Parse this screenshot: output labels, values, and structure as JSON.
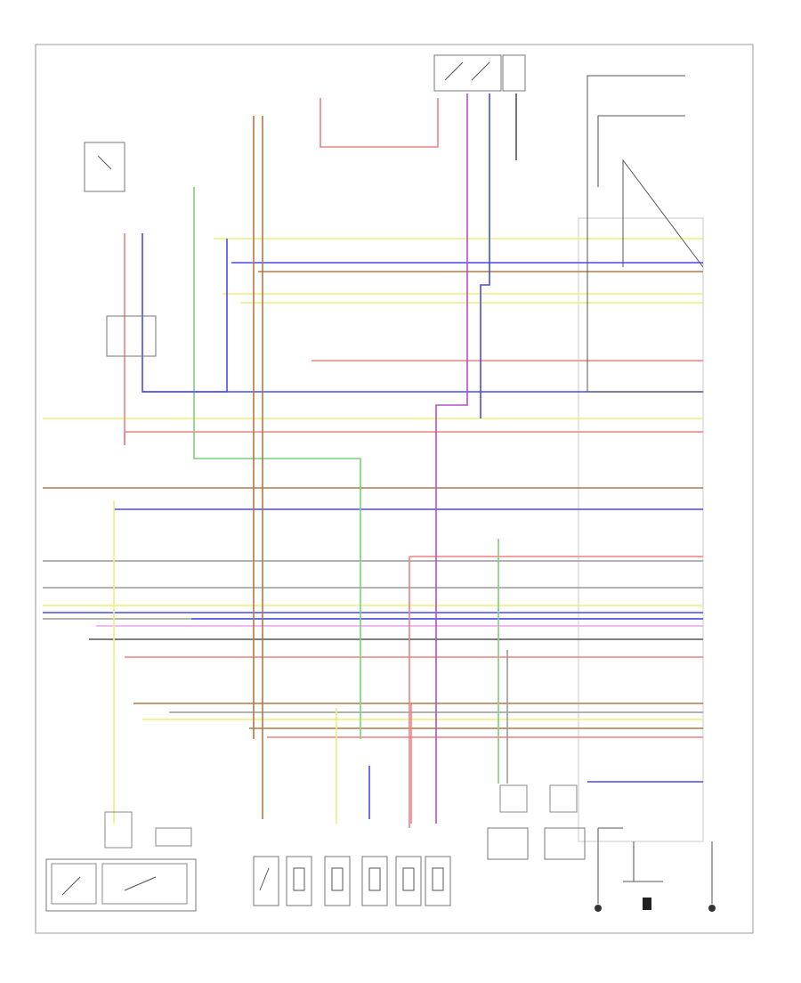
{
  "diagram": {
    "footer_tag": "",
    "colors": {
      "red": "#f08080",
      "blue": "#4a4af0",
      "yellow": "#eded7a",
      "green": "#7ad07a",
      "brown": "#b07a4a",
      "violet": "#b050c8",
      "gray": "#9a9a9a",
      "black": "#555555",
      "pink": "#f0a0f0",
      "frame": "#9a9a9a"
    },
    "wires": [
      {
        "color": "yellow"
      },
      {
        "color": "blue"
      },
      {
        "color": "brown"
      },
      {
        "color": "yellow"
      },
      {
        "color": "yellow"
      },
      {
        "color": "red"
      },
      {
        "color": "red"
      },
      {
        "color": "blue"
      },
      {
        "color": "yellow"
      },
      {
        "color": "brown"
      },
      {
        "color": "blue"
      },
      {
        "color": "gray"
      },
      {
        "color": "red"
      },
      {
        "color": "gray"
      },
      {
        "color": "yellow"
      },
      {
        "color": "blue"
      },
      {
        "color": "gray"
      },
      {
        "color": "blue"
      },
      {
        "color": "pink"
      },
      {
        "color": "black"
      },
      {
        "color": "red"
      },
      {
        "color": "brown"
      },
      {
        "color": "gray"
      },
      {
        "color": "yellow"
      },
      {
        "color": "brown"
      },
      {
        "color": "red"
      },
      {
        "color": "blue"
      }
    ],
    "vertical_wires": [
      {
        "color": "green"
      },
      {
        "color": "red"
      },
      {
        "color": "blue"
      },
      {
        "color": "brown"
      },
      {
        "color": "brown"
      },
      {
        "color": "red"
      },
      {
        "color": "violet"
      },
      {
        "color": "blue"
      },
      {
        "color": "black"
      },
      {
        "color": "yellow"
      },
      {
        "color": "green"
      },
      {
        "color": "red"
      },
      {
        "color": "blue"
      },
      {
        "color": "yellow"
      },
      {
        "color": "red"
      },
      {
        "color": "gray"
      }
    ],
    "components": [
      {
        "name": "top-left-relay-box"
      },
      {
        "name": "main-relay-box"
      },
      {
        "name": "bottom-left-sensor-box"
      },
      {
        "name": "bottom-sensor-1"
      },
      {
        "name": "bottom-sensor-2"
      },
      {
        "name": "bottom-sensor-3"
      },
      {
        "name": "bottom-sensor-4"
      },
      {
        "name": "bottom-sensor-5"
      },
      {
        "name": "bottom-sensor-6"
      },
      {
        "name": "bottom-solenoid-1"
      },
      {
        "name": "bottom-solenoid-2"
      },
      {
        "name": "ground-1"
      },
      {
        "name": "ground-2"
      }
    ]
  }
}
